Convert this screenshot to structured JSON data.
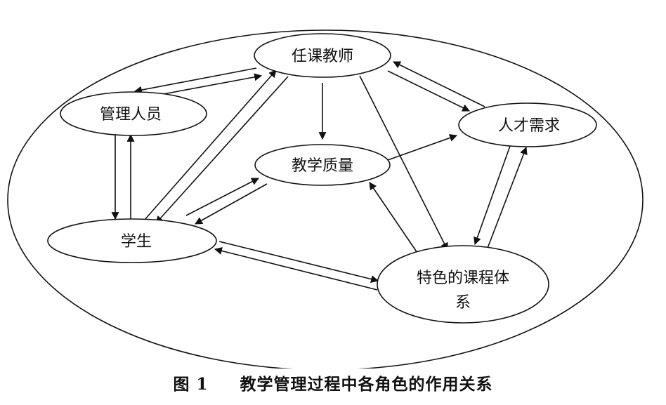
{
  "diagram": {
    "nodes": {
      "teacher": "任课教师",
      "admin": "管理人员",
      "demand": "人才需求",
      "quality": "教学质量",
      "student": "学生",
      "curriculum_line1": "特色的课程体",
      "curriculum_line2": "系"
    }
  },
  "caption": {
    "figure_number": "图 1",
    "title": "教学管理过程中各角色的作用关系"
  }
}
